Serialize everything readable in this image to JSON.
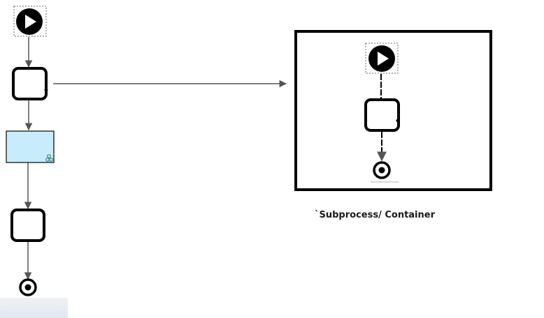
{
  "caption": "`Subprocess/ Container",
  "colors": {
    "stroke": "#000000",
    "connector": "#555555",
    "subprocess_fill": "#c7ecfb",
    "subprocess_stroke": "#333333",
    "selection_dash": "#666666",
    "background": "#ffffff"
  },
  "nodes": [
    {
      "id": "start-event-main",
      "kind": "start-event"
    },
    {
      "id": "task-1",
      "kind": "task"
    },
    {
      "id": "subprocess-collapsed",
      "kind": "collapsed-subprocess"
    },
    {
      "id": "task-2",
      "kind": "task"
    },
    {
      "id": "end-event-main",
      "kind": "end-event"
    },
    {
      "id": "subprocess-container",
      "kind": "container"
    },
    {
      "id": "start-event-inner",
      "kind": "start-event"
    },
    {
      "id": "task-inner",
      "kind": "task"
    },
    {
      "id": "end-event-inner",
      "kind": "end-event"
    }
  ],
  "edges": [
    {
      "from": "start-event-main",
      "to": "task-1"
    },
    {
      "from": "task-1",
      "to": "subprocess-collapsed"
    },
    {
      "from": "subprocess-collapsed",
      "to": "task-2"
    },
    {
      "from": "task-2",
      "to": "end-event-main"
    },
    {
      "from": "task-1",
      "to": "subprocess-container"
    },
    {
      "from": "start-event-inner",
      "to": "task-inner"
    },
    {
      "from": "task-inner",
      "to": "end-event-inner"
    }
  ]
}
